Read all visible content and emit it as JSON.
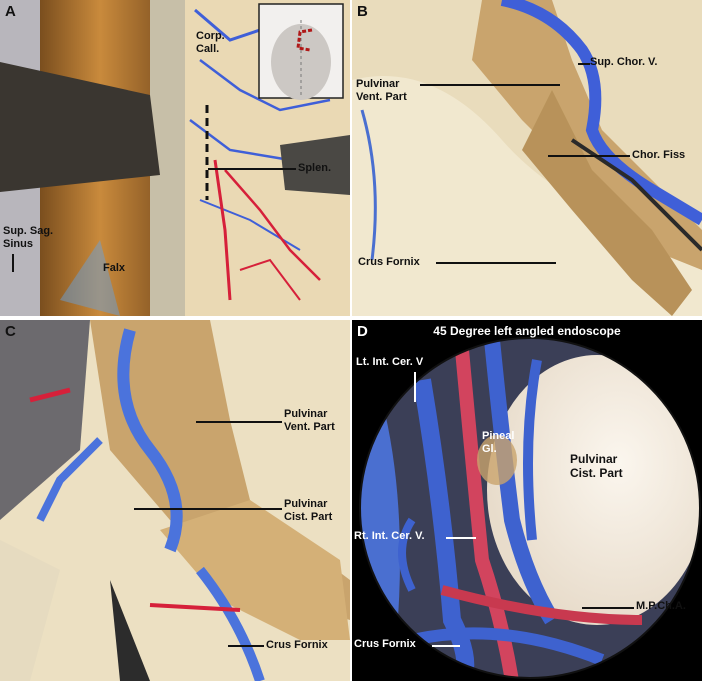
{
  "panels": {
    "a": {
      "letter": "A",
      "labels": {
        "corp_call": "Corp.\nCall.",
        "splen": "Splen.",
        "sup_sag_sinus": "Sup. Sag.\nSinus",
        "falx": "Falx"
      }
    },
    "b": {
      "letter": "B",
      "labels": {
        "sup_chor_v": "Sup. Chor. V.",
        "pulvinar_vent": "Pulvinar\nVent. Part",
        "chor_fiss": "Chor. Fiss",
        "crus_fornix": "Crus Fornix"
      }
    },
    "c": {
      "letter": "C",
      "labels": {
        "pulvinar_vent": "Pulvinar\nVent. Part",
        "pulvinar_cist": "Pulvinar\nCist. Part",
        "crus_fornix": "Crus Fornix"
      }
    },
    "d": {
      "letter": "D",
      "title": "45 Degree left angled endoscope",
      "labels": {
        "lt_int_cer_v": "Lt. Int. Cer. V",
        "pineal_gl": "Pineal\nGl.",
        "pulvinar_cist": "Pulvinar\nCist. Part",
        "rt_int_cer_v": "Rt. Int. Cer. V.",
        "mpcha": "M.P.Ch.A.",
        "crus_fornix": "Crus Fornix"
      }
    }
  },
  "colors": {
    "vein": "#4a6fd0",
    "artery": "#d23a50",
    "pulvinar": "#c9a36b",
    "tissue": "#efe4c8"
  }
}
